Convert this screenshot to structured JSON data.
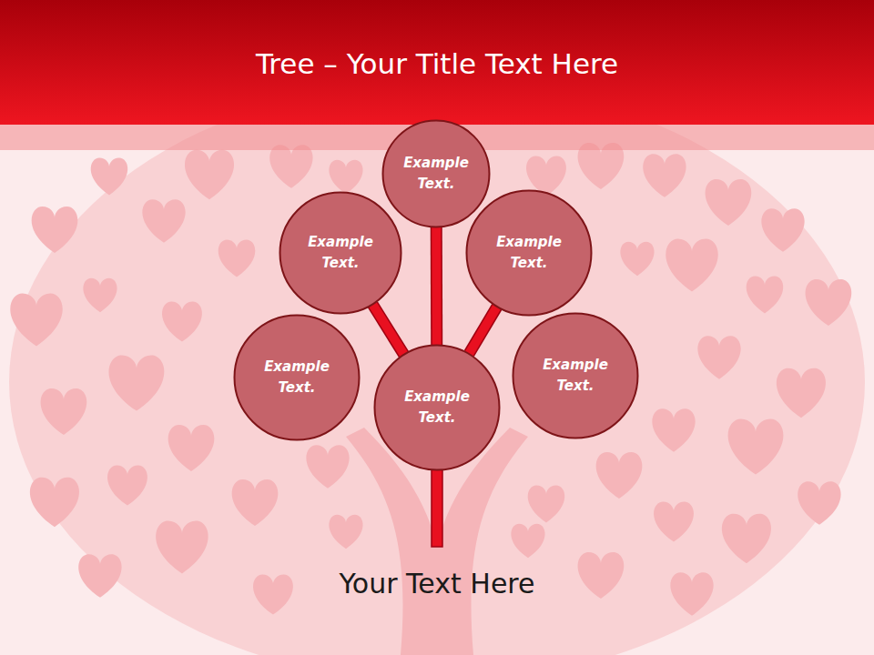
{
  "diagram": {
    "title": "Tree – Your Title Text Here",
    "nodes": [
      {
        "text": [
          "Example Text."
        ]
      },
      {
        "text": [
          "Example Text."
        ]
      },
      {
        "text": [
          "Example Text."
        ]
      },
      {
        "text": [
          "Example Text."
        ]
      },
      {
        "text": [
          "Example Text."
        ]
      },
      {
        "text": [
          "Example Text."
        ]
      }
    ],
    "edges": [
      {
        "from": 5,
        "to": 0,
        "arrow": "none"
      },
      {
        "from": 5,
        "to": 1,
        "arrow": "none"
      },
      {
        "from": 5,
        "to": 2,
        "arrow": "none"
      }
    ],
    "labels": [
      "Your Text Here"
    ]
  }
}
